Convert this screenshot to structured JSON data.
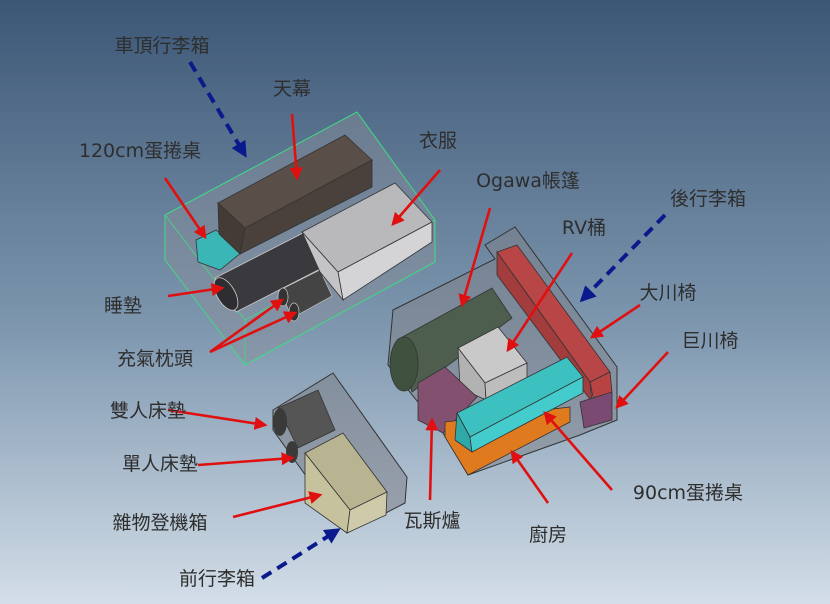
{
  "title": "車用收納配置圖",
  "labels": {
    "roof_box": "車頂行李箱",
    "awning": "天幕",
    "table_120": "120cm蛋捲桌",
    "clothes": "衣服",
    "sleeping_pad": "睡墊",
    "pillows": "充氣枕頭",
    "ogawa_tent": "Ogawa帳篷",
    "rear_trunk": "後行李箱",
    "rv_bucket": "RV桶",
    "okawa_chair": "大川椅",
    "kyokawa_chair": "巨川椅",
    "double_mattress": "雙人床墊",
    "single_mattress": "單人床墊",
    "carry_on": "雜物登機箱",
    "front_trunk": "前行李箱",
    "gas_stove": "瓦斯爐",
    "kitchen": "廚房",
    "table_90": "90cm蛋捲桌"
  },
  "colors": {
    "bg_top": "#3c5776",
    "bg_bottom": "#d3dee8",
    "arrow": "#e01010",
    "direction_arrow": "#0a1a8c"
  }
}
